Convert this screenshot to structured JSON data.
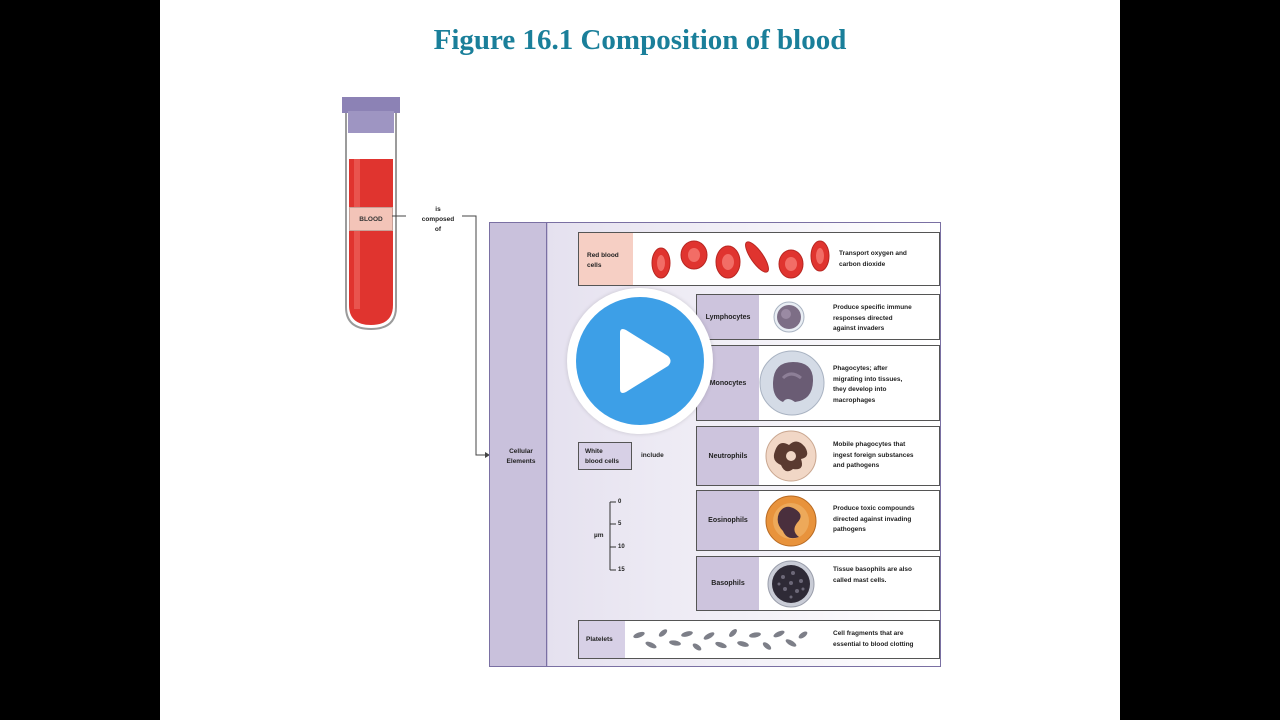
{
  "slide": {
    "title": "Figure 16.1 Composition of blood"
  },
  "tube": {
    "label": "BLOOD",
    "plasma_color": "#ffffff",
    "blood_color": "#e0342f",
    "cap_color": "#8c82b5"
  },
  "connector": {
    "line1": "is",
    "line2": "composed",
    "line3": "of"
  },
  "cellular": {
    "line1": "Cellular",
    "line2": "Elements"
  },
  "rbc": {
    "line1": "Red blood",
    "line2": "cells",
    "desc1": "Transport oxygen and",
    "desc2": "carbon dioxide"
  },
  "wbc": {
    "line1": "White",
    "line2": "blood cells",
    "include": "include"
  },
  "wbc_types": [
    {
      "name": "Lymphocytes",
      "desc": [
        "Produce specific immune",
        "responses directed",
        "against invaders"
      ]
    },
    {
      "name": "Monocytes",
      "desc": [
        "Phagocytes; after",
        "migrating into tissues,",
        "they develop into",
        "macrophages"
      ]
    },
    {
      "name": "Neutrophils",
      "desc": [
        "Mobile phagocytes that",
        "ingest foreign substances",
        "and pathogens"
      ]
    },
    {
      "name": "Eosinophils",
      "desc": [
        "Produce toxic compounds",
        "directed against invading",
        "pathogens"
      ]
    },
    {
      "name": "Basophils",
      "desc": [
        "Tissue basophils are also",
        "called mast cells."
      ]
    }
  ],
  "scale": {
    "unit": "µm",
    "ticks": [
      "0",
      "5",
      "10",
      "15"
    ]
  },
  "platelets": {
    "label": "Platelets",
    "desc1": "Cell fragments that are",
    "desc2": "essential to blood clotting"
  },
  "colors": {
    "title": "#1a7f9a",
    "panel": "#c9c1dc",
    "play_button": "#3d9fe7",
    "rbc_red": "#e0342f"
  },
  "overlay": {
    "icon": "play-icon"
  }
}
